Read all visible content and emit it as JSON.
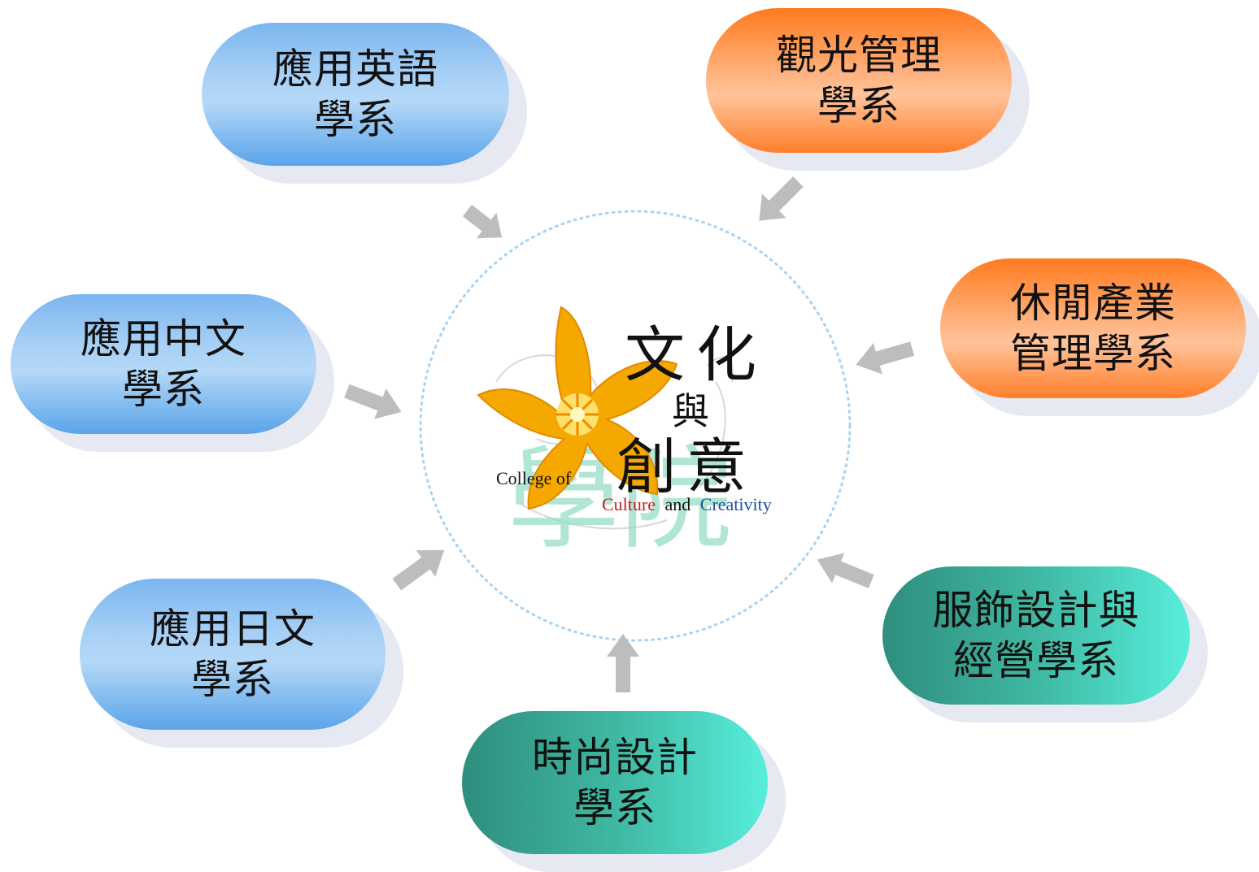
{
  "center": {
    "title_chars": [
      "文",
      "化",
      "與",
      "創",
      "意"
    ],
    "watermark": "學院",
    "english_line1": "College of",
    "english_culture": "Culture",
    "english_and": "and",
    "english_creativity": "Creativity"
  },
  "departments": [
    {
      "id": "english",
      "label": "應用英語\n學系",
      "color": "blue"
    },
    {
      "id": "tourism",
      "label": "觀光管理\n學系",
      "color": "orange"
    },
    {
      "id": "chinese",
      "label": "應用中文\n學系",
      "color": "blue"
    },
    {
      "id": "leisure",
      "label": "休閒產業\n管理學系",
      "color": "orange"
    },
    {
      "id": "japanese",
      "label": "應用日文\n學系",
      "color": "blue"
    },
    {
      "id": "apparel",
      "label": "服飾設計與\n經營學系",
      "color": "teal"
    },
    {
      "id": "fashion",
      "label": "時尚設計\n學系",
      "color": "teal"
    }
  ],
  "colors": {
    "blue": "#7bb6ef",
    "orange": "#ff8a3c",
    "teal": "#3fb8a2",
    "arrow": "#bdbdbd",
    "circle": "#a9d3f2",
    "flower": "#f5a800",
    "watermark": "#8fdcc0",
    "culture_red": "#c0202a",
    "creativity_blue": "#1f4fa3"
  }
}
